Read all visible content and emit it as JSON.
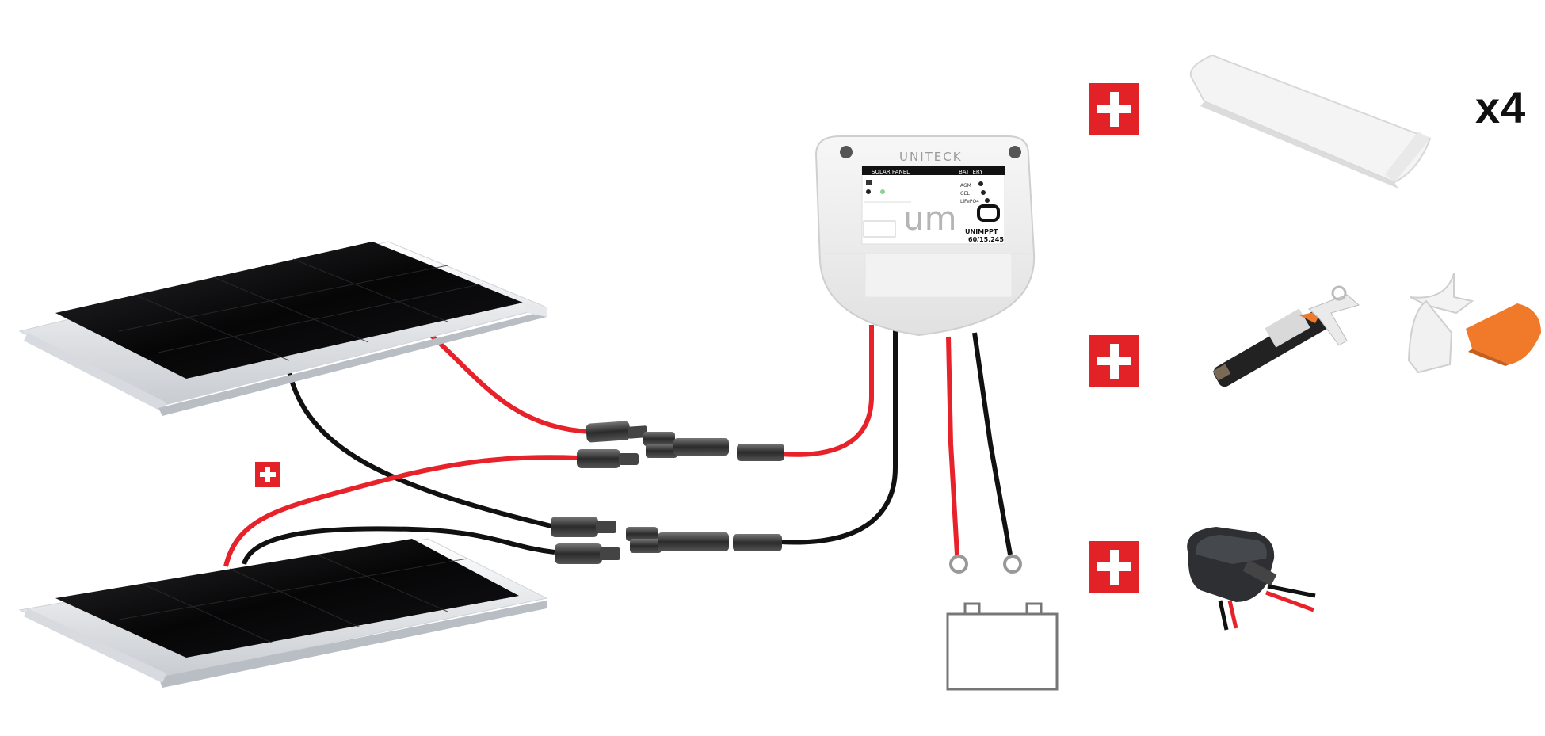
{
  "quantity_label": "x4",
  "controller": {
    "brand": "UNITECK",
    "model": "UNIMPPT",
    "rating": "60/15.245",
    "logo": "um",
    "header_left": "SOLAR PANEL",
    "header_right": "BATTERY",
    "status_labels": [
      "AGM",
      "GEL",
      "LiFePO4"
    ]
  },
  "colors": {
    "positive_cable": "#e8222a",
    "negative_cable": "#111111",
    "plus_badge": "#e32228",
    "panel_frame": "#e9ecef",
    "panel_surface": "#0b0b0c",
    "accessory_orange": "#f07a2a"
  },
  "icons": [
    "plus-icon",
    "solar-panel-icon",
    "charge-controller-icon",
    "battery-icon",
    "mc4-connector-icon",
    "y-branch-connector-icon",
    "mounting-bracket-icon",
    "cable-gland-icon",
    "sealant-tube-icon",
    "roof-entry-icon"
  ]
}
